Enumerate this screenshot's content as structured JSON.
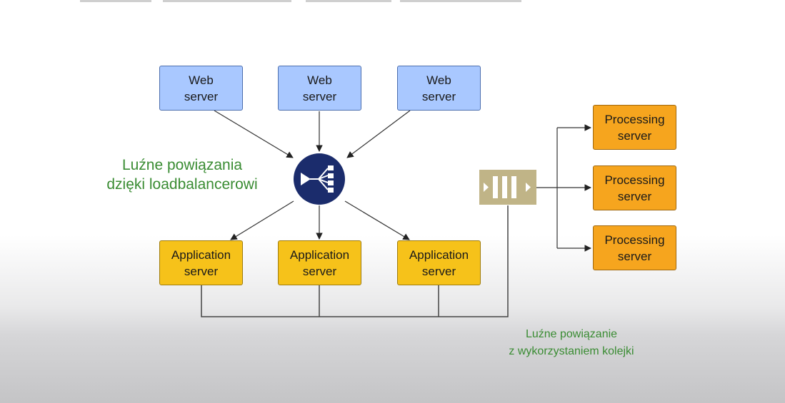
{
  "colors": {
    "web_fill": "#a9c8ff",
    "app_fill": "#f6c21a",
    "processing_fill": "#f6a51e",
    "loadbalancer": "#1b2c6c",
    "queue": "#c0b487",
    "annotation_text": "#3a8c33"
  },
  "web_servers": [
    "Web\nserver",
    "Web\nserver",
    "Web\nserver"
  ],
  "app_servers": [
    "Application\nserver",
    "Application\nserver",
    "Application\nserver"
  ],
  "processing_servers": [
    "Processing\nserver",
    "Processing\nserver",
    "Processing\nserver"
  ],
  "loadbalancer_note": "Luźne powiązania\ndzięki loadbalancerowi",
  "queue_note": "Luźne powiązanie\nz wykorzystaniem kolejki",
  "icons": {
    "loadbalancer": "load-balancer-icon",
    "queue": "message-queue-icon"
  }
}
